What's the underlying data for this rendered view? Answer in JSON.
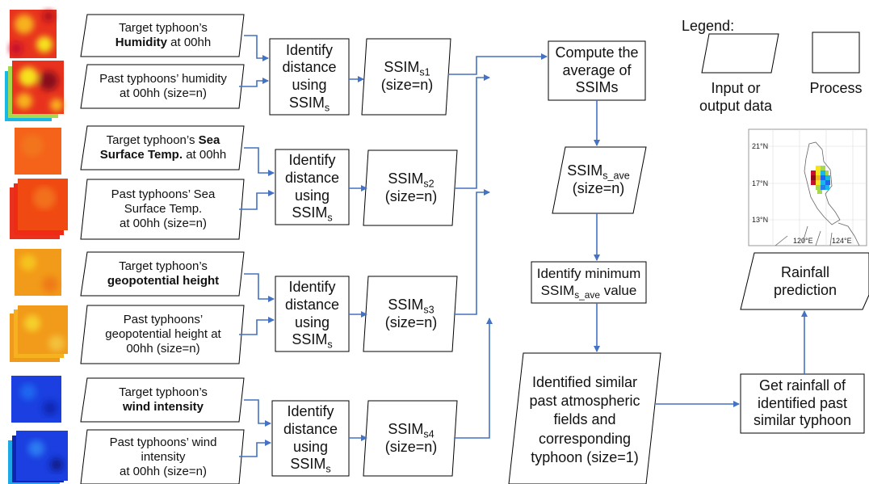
{
  "inputs": {
    "humidity": {
      "target_pre": "Target typhoon’s",
      "target_bold": "Humidity",
      "target_post": "at 00hh",
      "past_line1": "Past typhoons’ humidity",
      "past_line2": "at 00hh (size=n)"
    },
    "sst": {
      "target_pre": "Target typhoon’s",
      "target_bold1": "Sea",
      "target_bold2": "Surface Temp.",
      "target_post": "at 00hh",
      "past_line1": "Past typhoons’ Sea",
      "past_line2": "Surface Temp.",
      "past_line3": "at 00hh (size=n)"
    },
    "geo": {
      "target_pre": "Target typhoon’s",
      "target_bold": "geopotential height",
      "past_line1": "Past typhoons’",
      "past_line2": "geopotential height at",
      "past_line3": "00hh (size=n)"
    },
    "wind": {
      "target_pre": "Target typhoon’s",
      "target_bold": "wind intensity",
      "past_line1": "Past typhoons’ wind",
      "past_line2": "intensity",
      "past_line3": "at 00hh (size=n)"
    }
  },
  "identify": {
    "line1": "Identify",
    "line2": "distance",
    "line3": "using",
    "ssim": "SSIM",
    "ssim_sub": "s"
  },
  "ssim_outputs": {
    "main": "SSIM",
    "size": "(size=n)",
    "s1": "s1",
    "s2": "s2",
    "s3": "s3",
    "s4": "s4"
  },
  "compute": {
    "line1": "Compute the",
    "line2": "average of",
    "line3": "SSIMs"
  },
  "ssim_ave": {
    "main": "SSIM",
    "sub": "s_ave",
    "size": "(size=n)"
  },
  "identify_min": {
    "line1": "Identify minimum",
    "main": "SSIM",
    "sub": "s_ave",
    "post": "value"
  },
  "similar": {
    "line1": "Identified similar",
    "line2": "past atmospheric",
    "line3": "fields and",
    "line4": "corresponding",
    "line5": "typhoon (size=1)"
  },
  "get_rainfall": {
    "line1": "Get rainfall of",
    "line2": "identified past",
    "line3": "similar typhoon"
  },
  "rainfall_pred": {
    "line1": "Rainfall",
    "line2": "prediction"
  },
  "legend": {
    "title": "Legend:",
    "input_line1": "Input or",
    "input_line2": "output data",
    "process": "Process"
  },
  "map": {
    "lat_labels": [
      "21°N",
      "17°N",
      "13°N"
    ],
    "lon_labels": [
      "120°E",
      "124°E"
    ]
  },
  "colors": {
    "arrow": "#4472c4",
    "border": "#000000",
    "humidity": "#e8321e",
    "sst": "#f04a12",
    "geo": "#f29a1a",
    "wind": "#1b3fe0"
  }
}
